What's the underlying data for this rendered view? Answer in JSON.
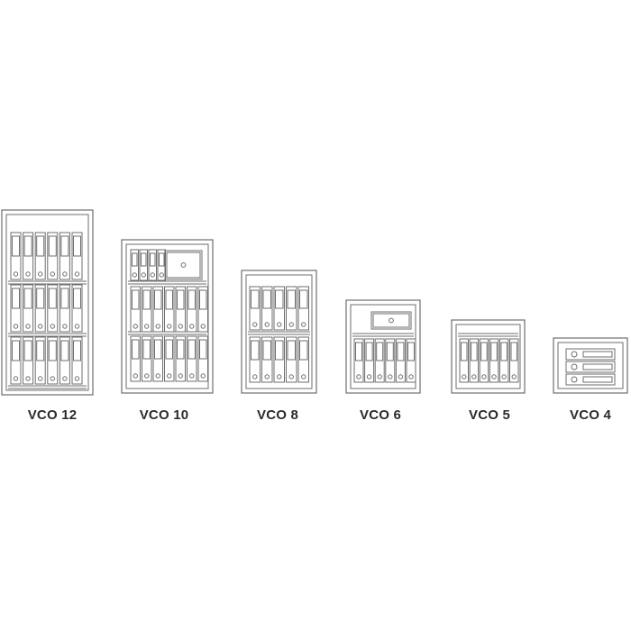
{
  "colors": {
    "line": "#6e6e6e",
    "background": "#ffffff"
  },
  "safes": [
    {
      "label": "VCO 12",
      "shelves": [
        {
          "content": "binders",
          "count": 6
        },
        {
          "content": "binders",
          "count": 6
        },
        {
          "content": "binders",
          "count": 6
        }
      ]
    },
    {
      "label": "VCO 10",
      "shelves": [
        {
          "content": "binders-and-drawer",
          "count": 4
        },
        {
          "content": "binders",
          "count": 7
        },
        {
          "content": "binders",
          "count": 7
        }
      ]
    },
    {
      "label": "VCO 8",
      "shelves": [
        {
          "content": "binders",
          "count": 5
        },
        {
          "content": "binders",
          "count": 5
        }
      ]
    },
    {
      "label": "VCO 6",
      "shelves": [
        {
          "content": "drawer",
          "count": 1
        },
        {
          "content": "binders",
          "count": 6
        }
      ]
    },
    {
      "label": "VCO 5",
      "shelves": [
        {
          "content": "binders",
          "count": 6
        }
      ]
    },
    {
      "label": "VCO 4",
      "shelves": [
        {
          "content": "drawers-stacked",
          "count": 3
        }
      ]
    }
  ]
}
